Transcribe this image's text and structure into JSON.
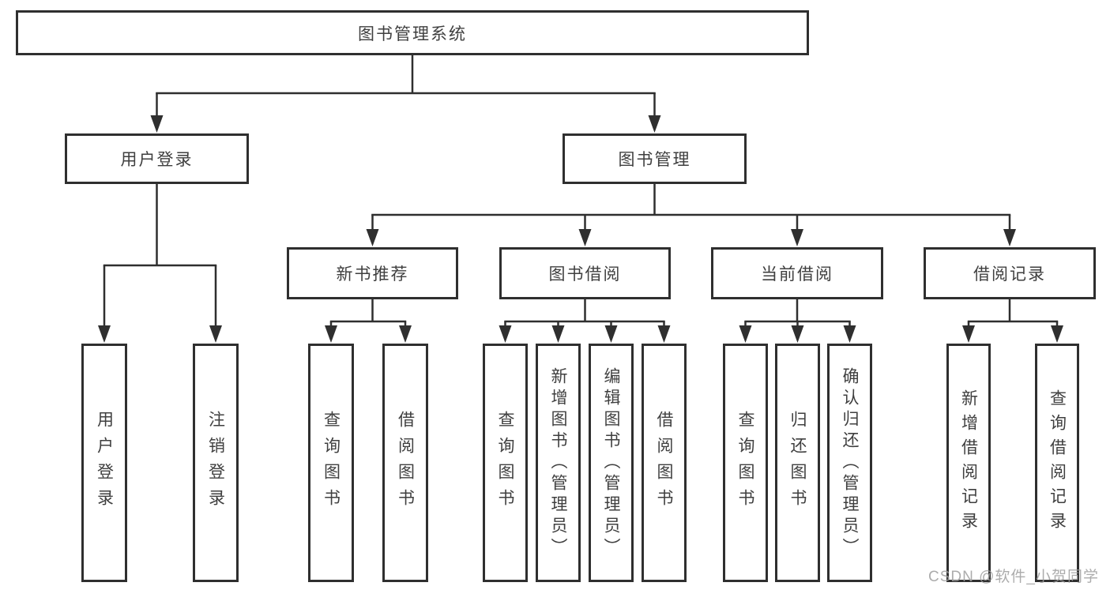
{
  "tree": {
    "label": "图书管理系统",
    "children": [
      {
        "label": "用户登录",
        "children": [
          {
            "label": "用户登录"
          },
          {
            "label": "注销登录"
          }
        ]
      },
      {
        "label": "图书管理",
        "children": [
          {
            "label": "新书推荐",
            "children": [
              {
                "label": "查询图书"
              },
              {
                "label": "借阅图书"
              }
            ]
          },
          {
            "label": "图书借阅",
            "children": [
              {
                "label": "查询图书"
              },
              {
                "label": "新增图书（管理员）"
              },
              {
                "label": "编辑图书（管理员）"
              },
              {
                "label": "借阅图书"
              }
            ]
          },
          {
            "label": "当前借阅",
            "children": [
              {
                "label": "查询图书"
              },
              {
                "label": "归还图书"
              },
              {
                "label": "确认归还（管理员）"
              }
            ]
          },
          {
            "label": "借阅记录",
            "children": [
              {
                "label": "新增借阅记录"
              },
              {
                "label": "查询借阅记录"
              }
            ]
          }
        ]
      }
    ]
  },
  "watermark": {
    "text": "CSDN @软件_小贺同学"
  },
  "colors": {
    "line": "#2f2f2f",
    "border": "#2f2f2f",
    "text": "#3f3f3f",
    "watermark": "#9e9e9e"
  }
}
